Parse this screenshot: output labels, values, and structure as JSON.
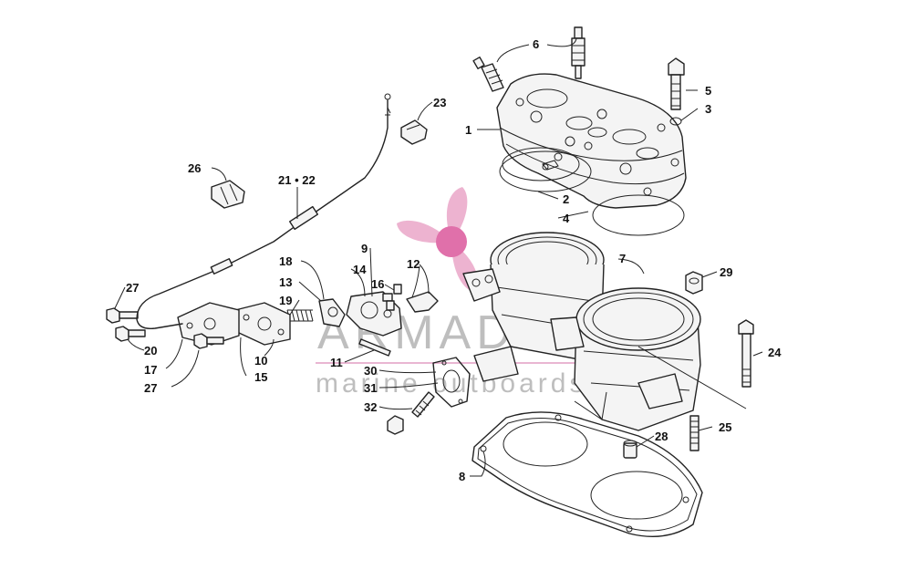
{
  "watermark": {
    "brand": "ARMADA",
    "tagline": "marine outboards",
    "logo_icon": "propeller-logo-icon",
    "logo_color": "#e8a0c4",
    "rule_color": "#e9b6d2"
  },
  "callouts": {
    "c1": "1",
    "c2": "2",
    "c3": "3",
    "c4": "4",
    "c5": "5",
    "c6": "6",
    "c7": "7",
    "c8": "8",
    "c9": "9",
    "c10": "10",
    "c11": "11",
    "c12": "12",
    "c13": "13",
    "c14": "14",
    "c15": "15",
    "c16": "16",
    "c17": "17",
    "c18": "18",
    "c19": "19",
    "c20": "20",
    "c21_22": "21 • 22",
    "c23": "23",
    "c24": "24",
    "c25": "25",
    "c26": "26",
    "c27a": "27",
    "c27b": "27",
    "c28": "28",
    "c29": "29",
    "c30": "30",
    "c31": "31",
    "c32": "32"
  }
}
